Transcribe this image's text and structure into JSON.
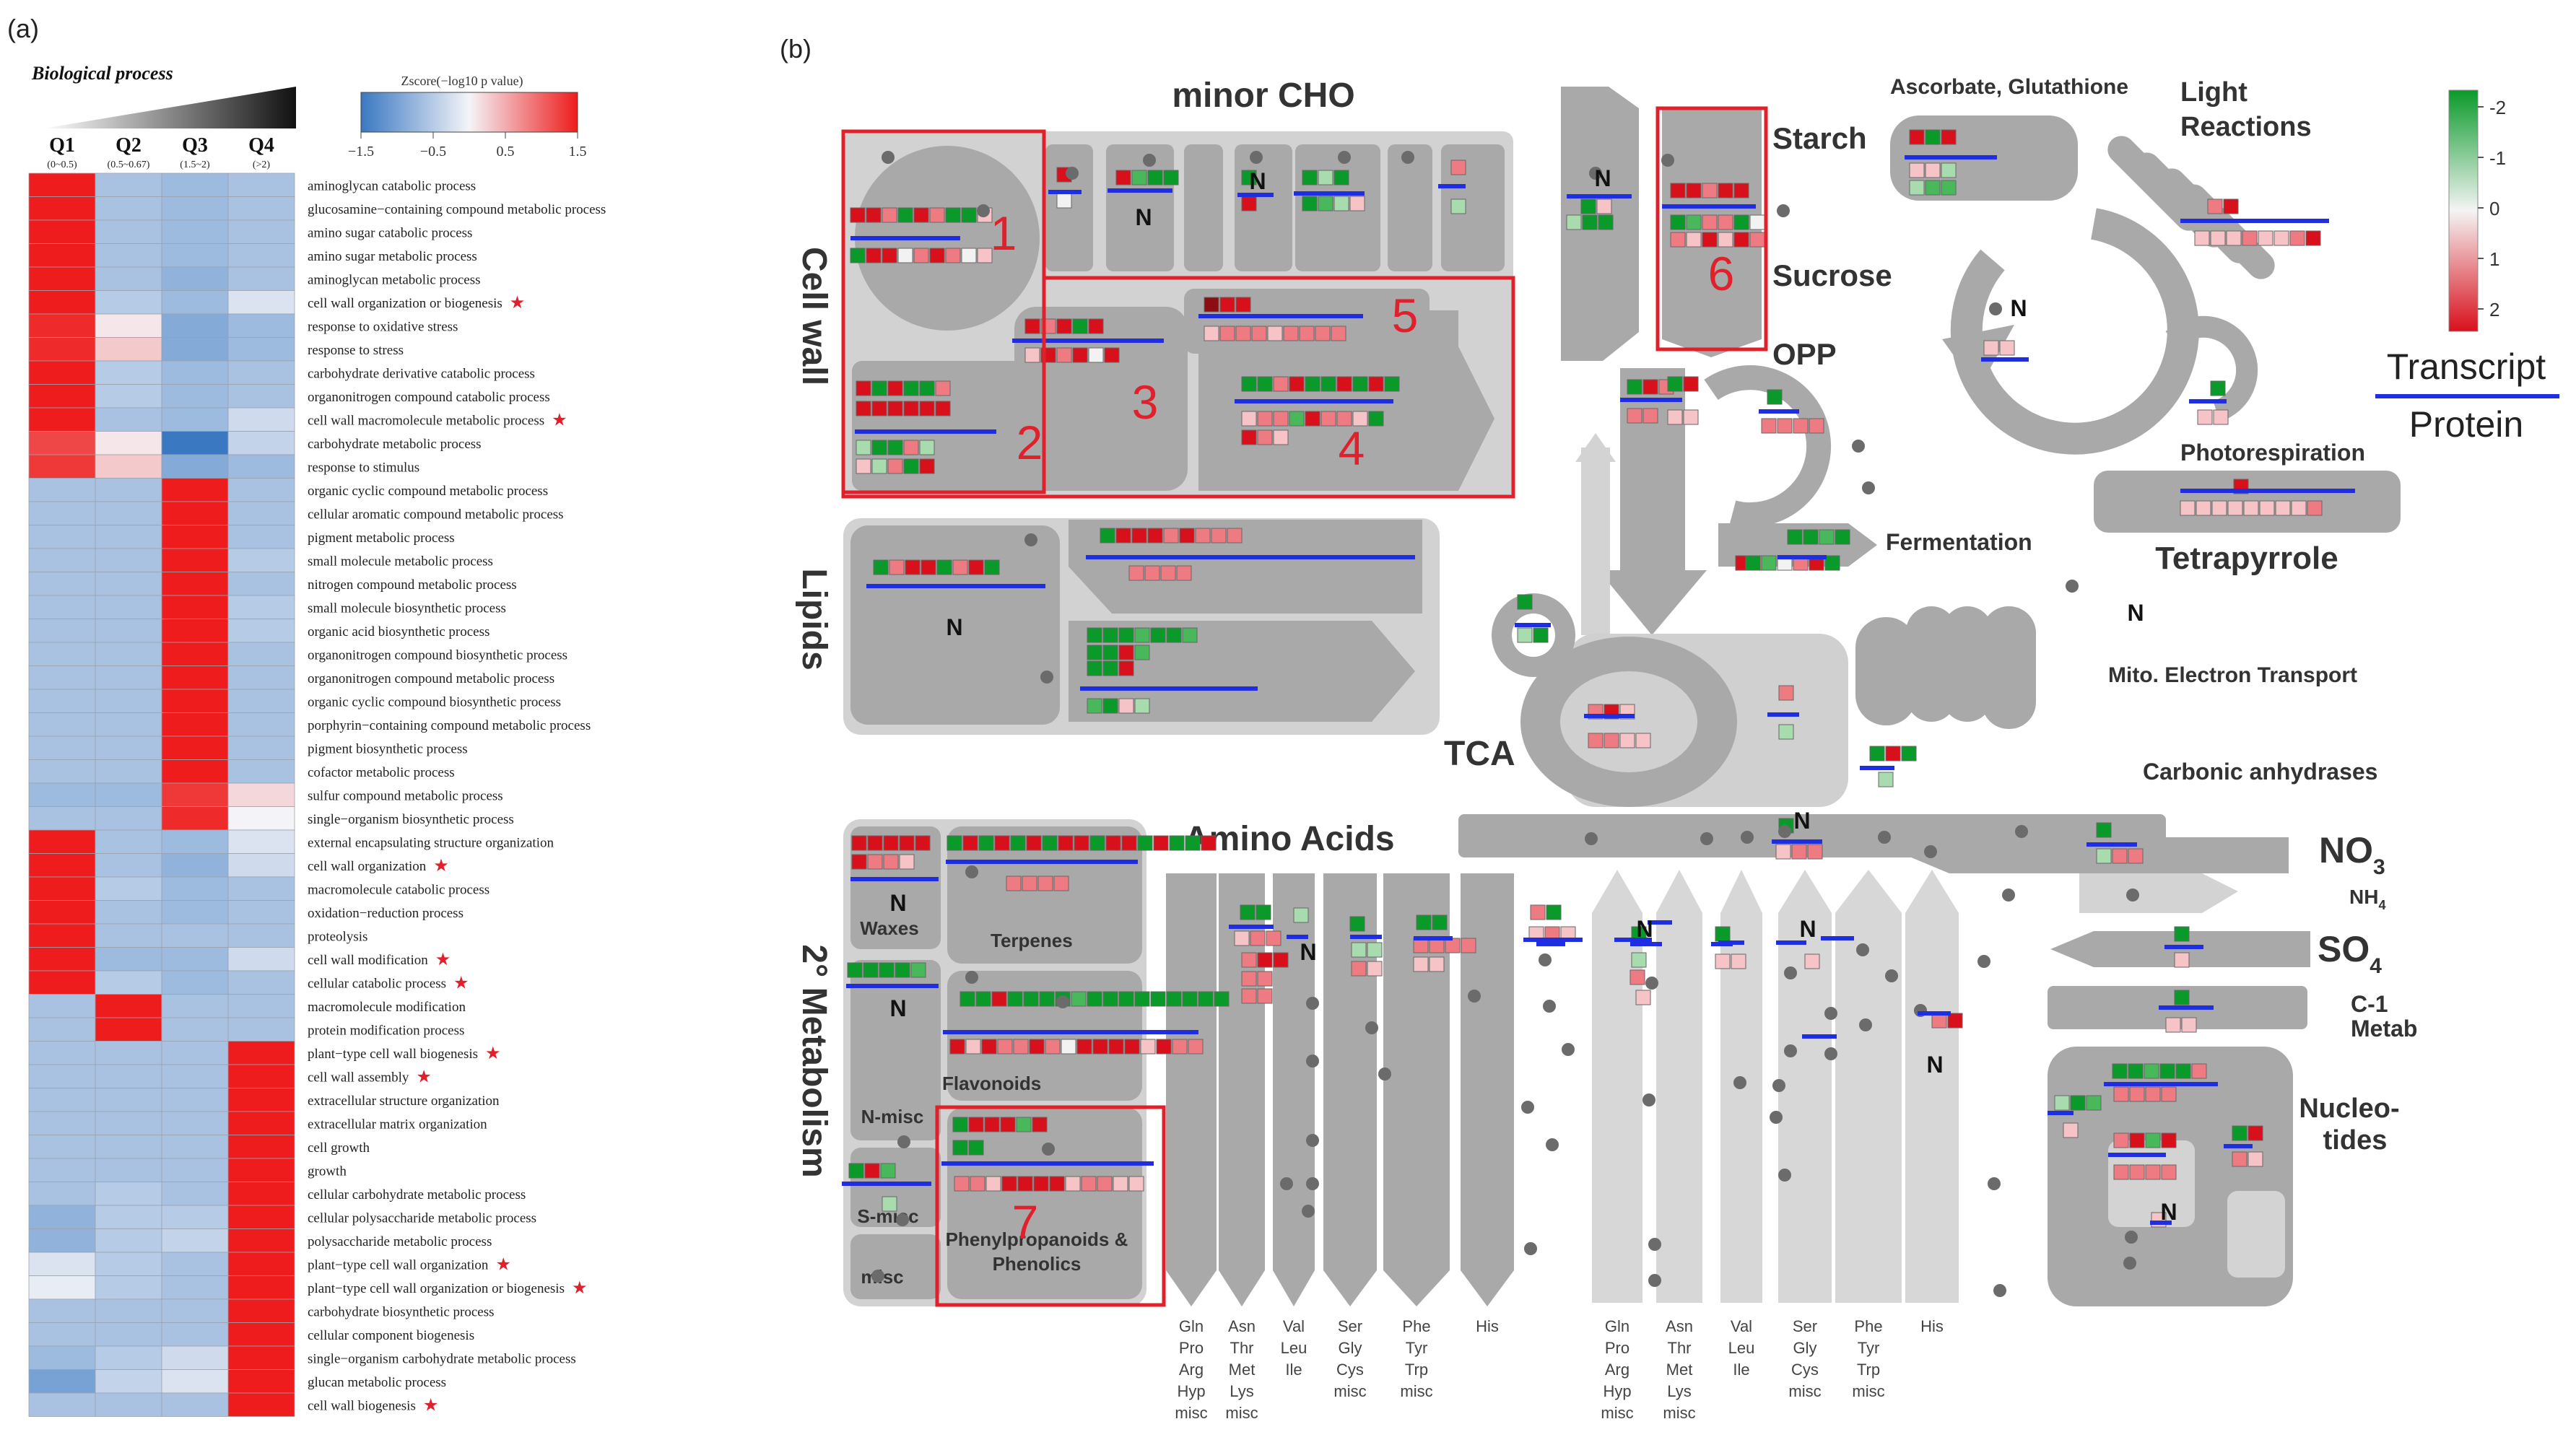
{
  "panel_a": {
    "label": "(a)",
    "section_title": "Biological process",
    "colorbar": {
      "title": "Zscore(−log10 p value)",
      "ticks": [
        "−1.5",
        "−0.5",
        "0.5",
        "1.5"
      ]
    },
    "columns": [
      {
        "name": "Q1",
        "range": "(0~0.5)"
      },
      {
        "name": "Q2",
        "range": "(0.5~0.67)"
      },
      {
        "name": "Q3",
        "range": "(1.5~2)"
      },
      {
        "name": "Q4",
        "range": "(>2)"
      }
    ],
    "star": "★",
    "rows": [
      {
        "term": "aminoglycan catabolic process",
        "z": [
          1.5,
          -0.6,
          -0.7,
          -0.6
        ],
        "star": false
      },
      {
        "term": "glucosamine−containing compound metabolic process",
        "z": [
          1.5,
          -0.6,
          -0.7,
          -0.6
        ],
        "star": false
      },
      {
        "term": "amino sugar catabolic process",
        "z": [
          1.5,
          -0.6,
          -0.7,
          -0.6
        ],
        "star": false
      },
      {
        "term": "amino sugar metabolic process",
        "z": [
          1.5,
          -0.6,
          -0.7,
          -0.6
        ],
        "star": false
      },
      {
        "term": "aminoglycan metabolic process",
        "z": [
          1.5,
          -0.6,
          -0.8,
          -0.6
        ],
        "star": false
      },
      {
        "term": "cell wall organization or biogenesis",
        "z": [
          1.5,
          -0.5,
          -0.7,
          -0.2
        ],
        "star": true
      },
      {
        "term": "response to oxidative stress",
        "z": [
          1.4,
          0.1,
          -0.9,
          -0.7
        ],
        "star": false
      },
      {
        "term": "response to stress",
        "z": [
          1.4,
          0.3,
          -0.9,
          -0.7
        ],
        "star": false
      },
      {
        "term": "carbohydrate derivative catabolic process",
        "z": [
          1.5,
          -0.5,
          -0.7,
          -0.6
        ],
        "star": false
      },
      {
        "term": "organonitrogen compound catabolic process",
        "z": [
          1.5,
          -0.5,
          -0.7,
          -0.6
        ],
        "star": false
      },
      {
        "term": "cell wall macromolecule metabolic process",
        "z": [
          1.5,
          -0.6,
          -0.7,
          -0.3
        ],
        "star": true
      },
      {
        "term": "carbohydrate metabolic process",
        "z": [
          1.2,
          0.1,
          -1.5,
          -0.4
        ],
        "star": false
      },
      {
        "term": "response to stimulus",
        "z": [
          1.3,
          0.3,
          -0.9,
          -0.7
        ],
        "star": false
      },
      {
        "term": "organic cyclic compound metabolic process",
        "z": [
          -0.6,
          -0.6,
          1.5,
          -0.6
        ],
        "star": false
      },
      {
        "term": "cellular aromatic compound metabolic process",
        "z": [
          -0.6,
          -0.6,
          1.5,
          -0.6
        ],
        "star": false
      },
      {
        "term": "pigment metabolic process",
        "z": [
          -0.6,
          -0.6,
          1.5,
          -0.6
        ],
        "star": false
      },
      {
        "term": "small molecule metabolic process",
        "z": [
          -0.6,
          -0.6,
          1.5,
          -0.5
        ],
        "star": false
      },
      {
        "term": "nitrogen compound metabolic process",
        "z": [
          -0.6,
          -0.6,
          1.5,
          -0.6
        ],
        "star": false
      },
      {
        "term": "small molecule biosynthetic process",
        "z": [
          -0.6,
          -0.6,
          1.5,
          -0.5
        ],
        "star": false
      },
      {
        "term": "organic acid biosynthetic process",
        "z": [
          -0.6,
          -0.6,
          1.5,
          -0.5
        ],
        "star": false
      },
      {
        "term": "organonitrogen compound biosynthetic process",
        "z": [
          -0.6,
          -0.6,
          1.5,
          -0.6
        ],
        "star": false
      },
      {
        "term": "organonitrogen compound metabolic process",
        "z": [
          -0.6,
          -0.6,
          1.5,
          -0.6
        ],
        "star": false
      },
      {
        "term": "organic cyclic compound biosynthetic process",
        "z": [
          -0.6,
          -0.6,
          1.5,
          -0.6
        ],
        "star": false
      },
      {
        "term": "porphyrin−containing compound metabolic process",
        "z": [
          -0.6,
          -0.6,
          1.5,
          -0.6
        ],
        "star": false
      },
      {
        "term": "pigment biosynthetic process",
        "z": [
          -0.6,
          -0.6,
          1.5,
          -0.6
        ],
        "star": false
      },
      {
        "term": "cofactor metabolic process",
        "z": [
          -0.6,
          -0.6,
          1.5,
          -0.6
        ],
        "star": false
      },
      {
        "term": "sulfur compound metabolic process",
        "z": [
          -0.7,
          -0.7,
          1.3,
          0.2
        ],
        "star": false
      },
      {
        "term": "single−organism biosynthetic process",
        "z": [
          -0.6,
          -0.6,
          1.4,
          0.0
        ],
        "star": false
      },
      {
        "term": "external encapsulating structure organization",
        "z": [
          1.5,
          -0.6,
          -0.7,
          -0.2
        ],
        "star": false
      },
      {
        "term": "cell wall organization",
        "z": [
          1.5,
          -0.6,
          -0.8,
          -0.3
        ],
        "star": true
      },
      {
        "term": "macromolecule catabolic process",
        "z": [
          1.5,
          -0.5,
          -0.7,
          -0.6
        ],
        "star": false
      },
      {
        "term": "oxidation−reduction process",
        "z": [
          1.5,
          -0.6,
          -0.7,
          -0.6
        ],
        "star": false
      },
      {
        "term": "proteolysis",
        "z": [
          1.5,
          -0.6,
          -0.6,
          -0.6
        ],
        "star": false
      },
      {
        "term": "cell wall modification",
        "z": [
          1.5,
          -0.7,
          -0.7,
          -0.3
        ],
        "star": true
      },
      {
        "term": "cellular catabolic process",
        "z": [
          1.5,
          -0.5,
          -0.7,
          -0.6
        ],
        "star": true
      },
      {
        "term": "macromolecule modification",
        "z": [
          -0.6,
          1.5,
          -0.6,
          -0.6
        ],
        "star": false
      },
      {
        "term": "protein modification process",
        "z": [
          -0.6,
          1.5,
          -0.6,
          -0.6
        ],
        "star": false
      },
      {
        "term": "plant−type cell wall biogenesis",
        "z": [
          -0.6,
          -0.6,
          -0.6,
          1.5
        ],
        "star": true
      },
      {
        "term": "cell wall assembly",
        "z": [
          -0.6,
          -0.6,
          -0.6,
          1.5
        ],
        "star": true
      },
      {
        "term": "extracellular structure organization",
        "z": [
          -0.6,
          -0.6,
          -0.6,
          1.5
        ],
        "star": false
      },
      {
        "term": "extracellular matrix organization",
        "z": [
          -0.6,
          -0.6,
          -0.6,
          1.5
        ],
        "star": false
      },
      {
        "term": "cell growth",
        "z": [
          -0.6,
          -0.6,
          -0.6,
          1.5
        ],
        "star": false
      },
      {
        "term": "growth",
        "z": [
          -0.6,
          -0.6,
          -0.6,
          1.5
        ],
        "star": false
      },
      {
        "term": "cellular carbohydrate metabolic process",
        "z": [
          -0.6,
          -0.5,
          -0.6,
          1.5
        ],
        "star": false
      },
      {
        "term": "cellular polysaccharide metabolic process",
        "z": [
          -0.8,
          -0.5,
          -0.5,
          1.5
        ],
        "star": false
      },
      {
        "term": "polysaccharide metabolic process",
        "z": [
          -0.8,
          -0.5,
          -0.4,
          1.5
        ],
        "star": false
      },
      {
        "term": "plant−type cell wall organization",
        "z": [
          -0.2,
          -0.5,
          -0.6,
          1.5
        ],
        "star": true
      },
      {
        "term": "plant−type cell wall organization or biogenesis",
        "z": [
          -0.1,
          -0.5,
          -0.6,
          1.5
        ],
        "star": true
      },
      {
        "term": "carbohydrate biosynthetic process",
        "z": [
          -0.6,
          -0.6,
          -0.6,
          1.5
        ],
        "star": false
      },
      {
        "term": "cellular component biogenesis",
        "z": [
          -0.6,
          -0.6,
          -0.6,
          1.5
        ],
        "star": false
      },
      {
        "term": "single−organism carbohydrate metabolic process",
        "z": [
          -0.7,
          -0.5,
          -0.3,
          1.5
        ],
        "star": false
      },
      {
        "term": "glucan metabolic process",
        "z": [
          -1.0,
          -0.4,
          -0.2,
          1.5
        ],
        "star": false
      },
      {
        "term": "cell wall biogenesis",
        "z": [
          -0.6,
          -0.6,
          -0.6,
          1.5
        ],
        "star": true
      }
    ]
  },
  "panel_b": {
    "label": "(b)",
    "sections": {
      "minor_cho": "minor CHO",
      "cell_wall": "Cell wall",
      "lipids": "Lipids",
      "amino_acids": "Amino Acids",
      "secondary": "2° Metabolism",
      "tca": "TCA",
      "starch": "Starch",
      "sucrose": "Sucrose",
      "opp": "OPP",
      "fermentation": "Fermentation",
      "ascorbate": "Ascorbate, Glutathione",
      "light_reactions_1": "Light",
      "light_reactions_2": "Reactions",
      "photorespiration": "Photorespiration",
      "tetrapyrrole": "Tetrapyrrole",
      "mito": "Mito. Electron Transport",
      "carbonic": "Carbonic anhydrases",
      "no3": "NO",
      "no3_sub": "3",
      "nh": "NH",
      "nh_sub": "4",
      "so": "SO",
      "so_sub": "4",
      "c1_1": "C-1",
      "c1_2": "Metab",
      "nucleo_1": "Nucleo-",
      "nucleo_2": "tides",
      "waxes": "Waxes",
      "terpenes": "Terpenes",
      "flavonoids": "Flavonoids",
      "nmisc": "N-misc",
      "smisc": "S-misc",
      "misc": "misc",
      "phenyl_1": "Phenylpropanoids &",
      "phenyl_2": "Phenolics"
    },
    "n_label": "N",
    "box_numbers": [
      "1",
      "2",
      "3",
      "4",
      "5",
      "6",
      "7"
    ],
    "legend": {
      "ticks": [
        "-2",
        "-1",
        "0",
        "1",
        "2"
      ],
      "transcript": "Transcript",
      "protein": "Protein"
    },
    "amino_acid_groups": [
      [
        "Gln",
        "Pro",
        "Arg",
        "Hyp",
        "misc"
      ],
      [
        "Asn",
        "Thr",
        "Met",
        "Lys",
        "misc"
      ],
      [
        "Val",
        "Leu",
        "Ile"
      ],
      [
        "Ser",
        "Gly",
        "Cys",
        "misc"
      ],
      [
        "Phe",
        "Tyr",
        "Trp",
        "misc"
      ],
      [
        "His"
      ]
    ]
  },
  "colors": {
    "heat_high": "#ee1c1c",
    "heat_mid": "#f4f4f8",
    "heat_low": "#3a78c2",
    "pathway_gray": "#a9a9a9",
    "box_red": "#e0202a",
    "line_blue": "#1f2ee0"
  }
}
